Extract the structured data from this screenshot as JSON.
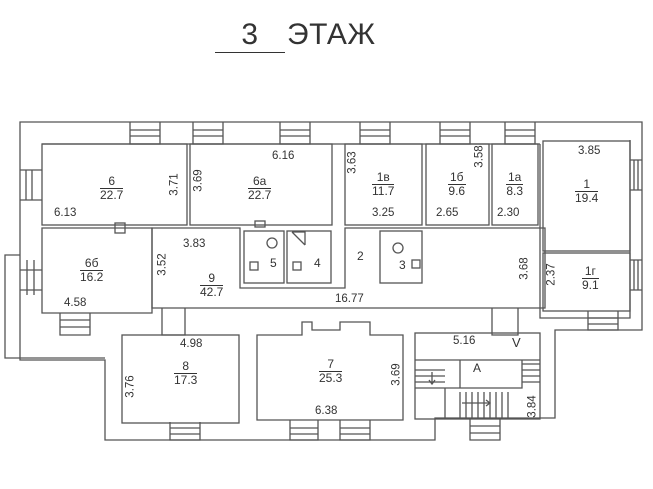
{
  "title": {
    "number": "3",
    "word": "ЭТАЖ"
  },
  "rooms": [
    {
      "id": "6",
      "area": "22.7"
    },
    {
      "id": "6а",
      "area": "22.7"
    },
    {
      "id": "1в",
      "area": "11.7"
    },
    {
      "id": "1б",
      "area": "9.6"
    },
    {
      "id": "1а",
      "area": "8.3"
    },
    {
      "id": "1",
      "area": "19.4"
    },
    {
      "id": "6б",
      "area": "16.2"
    },
    {
      "id": "9",
      "area": "42.7"
    },
    {
      "id": "5",
      "area": ""
    },
    {
      "id": "4",
      "area": ""
    },
    {
      "id": "2",
      "area": ""
    },
    {
      "id": "3",
      "area": ""
    },
    {
      "id": "1г",
      "area": "9.1"
    },
    {
      "id": "8",
      "area": "17.3"
    },
    {
      "id": "7",
      "area": "25.3"
    },
    {
      "id": "A",
      "area": ""
    }
  ],
  "dimensions": {
    "d613": "6.13",
    "d371": "3.71",
    "d369a": "3.69",
    "d616": "6.16",
    "d363": "3.63",
    "d358": "3.58",
    "d325": "3.25",
    "d265": "2.65",
    "d230": "2.30",
    "d385": "3.85",
    "d383": "3.83",
    "d352": "3.52",
    "d458": "4.58",
    "d1677": "16.77",
    "d368": "3.68",
    "d237": "2.37",
    "d498": "4.98",
    "d376": "3.76",
    "d638": "6.38",
    "d369b": "3.69",
    "d516": "5.16",
    "d384": "3.84",
    "v": "V"
  },
  "colors": {
    "line": "#555555",
    "text": "#333333",
    "background": "#ffffff"
  }
}
